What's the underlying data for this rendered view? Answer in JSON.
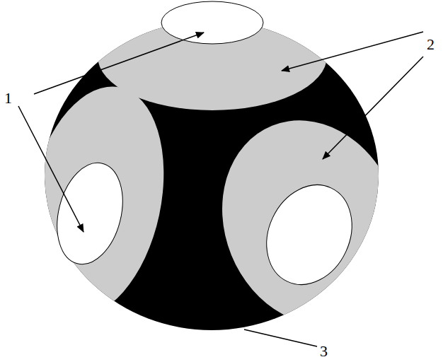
{
  "diagram": {
    "labels": [
      "2",
      "1",
      "3"
    ]
  }
}
